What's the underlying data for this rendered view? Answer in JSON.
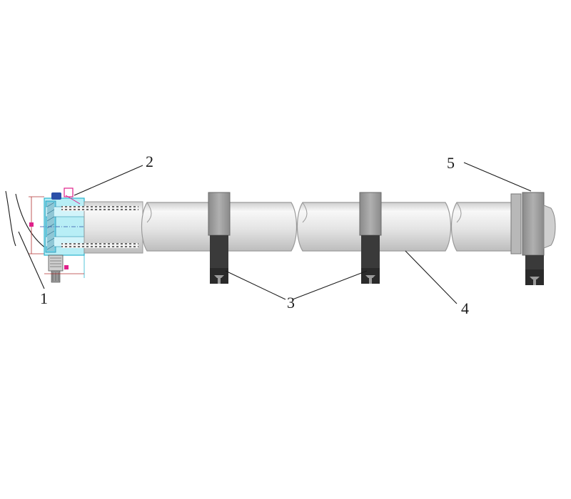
{
  "diagram": {
    "callouts": [
      {
        "id": "1",
        "label": "1"
      },
      {
        "id": "2",
        "label": "2"
      },
      {
        "id": "3",
        "label": "3"
      },
      {
        "id": "4",
        "label": "4"
      },
      {
        "id": "5",
        "label": "5"
      }
    ]
  },
  "colors": {
    "pipe_fill": "#e6e6e6",
    "pipe_highlight": "#f7f7f7",
    "pipe_shadow": "#a9a9a9",
    "clamp_light": "#9a9a9a",
    "clamp_dark": "#3a3a3a",
    "flange_cyan": "#6fd3e6",
    "drawing_blue": "#2b4fa8",
    "marker_magenta": "#e0208a"
  }
}
